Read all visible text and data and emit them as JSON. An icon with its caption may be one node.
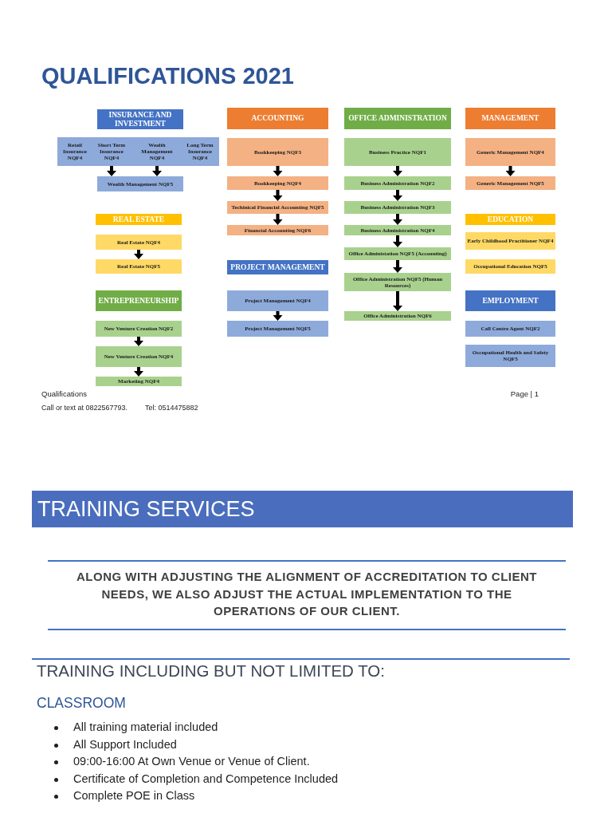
{
  "diagram": {
    "title": "QUALIFICATIONS 2021",
    "nodes": [
      {
        "text": [
          "INSURANCE AND INVESTMENT"
        ]
      },
      {
        "text": [],
        "shape": "box"
      },
      {
        "text": [
          "Retail Insurance NQF4"
        ],
        "in": 1
      },
      {
        "text": [
          "Short Term Insurance NQF4"
        ],
        "in": 1
      },
      {
        "text": [
          "Wealth Management NQF4"
        ],
        "in": 1
      },
      {
        "text": [
          "Long Term Insurance NQF4"
        ],
        "in": 1
      },
      {
        "text": [
          "Wealth Management NQF5"
        ]
      },
      {
        "text": [
          "REAL ESTATE"
        ]
      },
      {
        "text": [
          "Real Estate NQF4"
        ]
      },
      {
        "text": [
          "Real Estate NQF5"
        ]
      },
      {
        "text": [
          "ENTREPRENEURSHIP"
        ]
      },
      {
        "text": [
          "New Venture Creation NQF2"
        ]
      },
      {
        "text": [
          "New Venture Creation NQF4"
        ]
      },
      {
        "text": [
          "Marketing NQF4"
        ]
      },
      {
        "text": [
          "ACCOUNTING"
        ]
      },
      {
        "text": [
          "Bookkeeping NQF3"
        ]
      },
      {
        "text": [
          "Bookkeeping NQF4"
        ]
      },
      {
        "text": [
          "Techinical Financial Accounting NQF5"
        ]
      },
      {
        "text": [
          "Financial Accounting NQF6"
        ]
      },
      {
        "text": [
          "PROJECT MANAGEMENT"
        ]
      },
      {
        "text": [
          "Project Management NQF4"
        ]
      },
      {
        "text": [
          "Project Management NQF5"
        ]
      },
      {
        "text": [
          "OFFICE ADMINISTRATION"
        ]
      },
      {
        "text": [
          "Business Practice NQF1"
        ]
      },
      {
        "text": [
          "Business Administration NQF2"
        ]
      },
      {
        "text": [
          "Business Administration NQF3"
        ]
      },
      {
        "text": [
          "Business Administration NQF4"
        ]
      },
      {
        "text": [
          "Office Administation NQF5 (Accounting)"
        ]
      },
      {
        "text": [
          "Office Administration NQF5 (Human Resources)"
        ]
      },
      {
        "text": [
          "Office Administration NQF6"
        ]
      },
      {
        "text": [
          "MANAGEMENT"
        ]
      },
      {
        "text": [
          "Generic Management NQF4"
        ]
      },
      {
        "text": [
          "Generic Management NQF5"
        ]
      },
      {
        "text": [
          "EDUCATION"
        ]
      },
      {
        "text": [
          "Early Childhood Practitioner NQF4"
        ]
      },
      {
        "text": [
          "Occupational Education NQF5"
        ]
      },
      {
        "text": [
          "EMPLOYMENT"
        ]
      },
      {
        "text": [
          "Call Centre Agent NQF2"
        ]
      },
      {
        "text": [
          "Occupational Health and Safety NQF5"
        ]
      },
      {
        "text": [
          "TRAINING SERVICES"
        ]
      }
    ],
    "edges": [
      {
        "from": 3,
        "to": 6,
        "arrow": "to"
      },
      {
        "from": 4,
        "to": 6,
        "arrow": "to"
      },
      {
        "from": 8,
        "to": 9,
        "arrow": "to"
      },
      {
        "from": 11,
        "to": 12,
        "arrow": "to"
      },
      {
        "from": 12,
        "to": 13,
        "arrow": "to"
      },
      {
        "from": 15,
        "to": 16,
        "arrow": "to"
      },
      {
        "from": 16,
        "to": 17,
        "arrow": "to"
      },
      {
        "from": 17,
        "to": 18,
        "arrow": "to"
      },
      {
        "from": 20,
        "to": 21,
        "arrow": "to"
      },
      {
        "from": 23,
        "to": 24,
        "arrow": "to"
      },
      {
        "from": 24,
        "to": 25,
        "arrow": "to"
      },
      {
        "from": 25,
        "to": 26,
        "arrow": "to"
      },
      {
        "from": 26,
        "to": 27,
        "arrow": "to"
      },
      {
        "from": 27,
        "to": 28,
        "arrow": "to"
      },
      {
        "from": 28,
        "to": 29,
        "arrow": "to"
      },
      {
        "from": 31,
        "to": 32,
        "arrow": "to"
      }
    ],
    "labels": [
      "Qualifications",
      "Page | 1",
      "Call or text at 0822567793.",
      "Tel: 0514475882",
      "ALONG WITH ADJUSTING THE ALIGNMENT OF ACCREDITATION TO CLIENT NEEDS, WE ALSO ADJUST THE ACTUAL IMPLEMENTATION TO THE OPERATIONS OF OUR CLIENT.",
      "TRAINING INCLUDING BUT NOT LIMITED TO:",
      "CLASSROOM",
      "All training material included",
      "All Support Included",
      "09:00-16:00 At Own Venue or Venue of Client.",
      "Certificate of Completion and Competence Included",
      "Complete POE in Class"
    ]
  }
}
